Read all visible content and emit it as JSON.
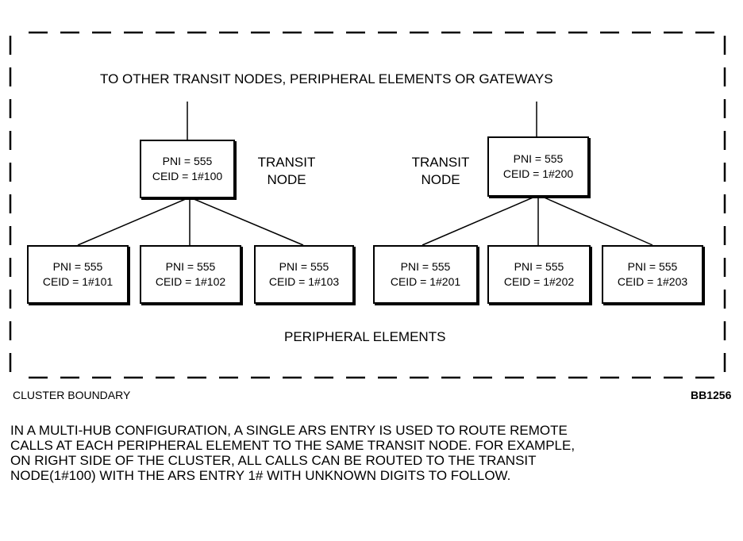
{
  "top_caption": "TO OTHER TRANSIT NODES, PERIPHERAL ELEMENTS OR GATEWAYS",
  "transit_nodes": [
    {
      "pni": "PNI = 555",
      "ceid": "CEID = 1#100",
      "label_line1": "TRANSIT",
      "label_line2": "NODE"
    },
    {
      "pni": "PNI = 555",
      "ceid": "CEID = 1#200",
      "label_line1": "TRANSIT",
      "label_line2": "NODE"
    }
  ],
  "peripheral_elements": [
    {
      "pni": "PNI = 555",
      "ceid": "CEID = 1#101"
    },
    {
      "pni": "PNI = 555",
      "ceid": "CEID = 1#102"
    },
    {
      "pni": "PNI = 555",
      "ceid": "CEID = 1#103"
    },
    {
      "pni": "PNI = 555",
      "ceid": "CEID = 1#201"
    },
    {
      "pni": "PNI = 555",
      "ceid": "CEID = 1#202"
    },
    {
      "pni": "PNI = 555",
      "ceid": "CEID = 1#203"
    }
  ],
  "peripheral_caption": "PERIPHERAL ELEMENTS",
  "cluster_boundary_label": "CLUSTER BOUNDARY",
  "figure_id": "BB1256",
  "note_lines": [
    "IN A MULTI-HUB CONFIGURATION, A SINGLE ARS ENTRY IS USED TO ROUTE REMOTE",
    "CALLS AT EACH PERIPHERAL ELEMENT TO THE SAME TRANSIT NODE.  FOR EXAMPLE,",
    "ON RIGHT SIDE OF THE CLUSTER, ALL CALLS CAN BE ROUTED TO THE TRANSIT",
    "NODE(1#100) WITH THE ARS ENTRY 1# WITH UNKNOWN DIGITS TO FOLLOW."
  ]
}
